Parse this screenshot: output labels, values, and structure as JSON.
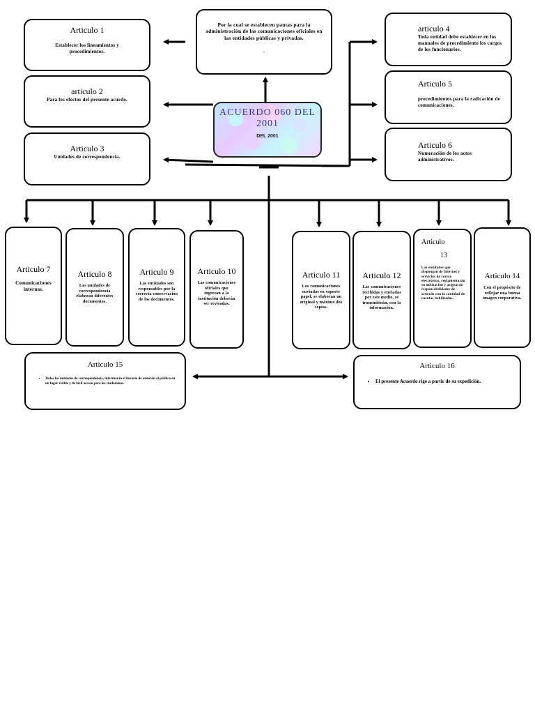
{
  "center": {
    "title": "ACUERDO  060  DEL  2001",
    "subtitle": "DEL 2001"
  },
  "top": {
    "text": "Por la cual se establecen pautas para la administración de las comunicaciones oficiales en las entidades públicas y privadas.",
    "dot": "."
  },
  "art1": {
    "title": "Articulo  1",
    "text": "Establecer los lineamientos y procedimientos."
  },
  "art2": {
    "title": "articulo   2",
    "text": "Para los efectos del presente acurdo."
  },
  "art3": {
    "title": "Articulo  3",
    "text": "Unidades de correspondencia."
  },
  "art4": {
    "title": "articulo  4",
    "text": "Toda entidad debe establecer en los manuales de procedimiento los cargos de los funcionarios."
  },
  "art5": {
    "title": "Articulo   5",
    "text": "procedimientos para la radicación de comunicaciones."
  },
  "art6": {
    "title": "Articulo 6",
    "text": "Numeración  de los actos administrativos."
  },
  "art7": {
    "title": "Articulo 7",
    "text": "Comunicaciones internas."
  },
  "art8": {
    "title": "Articulo 8",
    "text": "Las unidades de correspondencia elaboran diferentes documentos."
  },
  "art9": {
    "title": "Articulo 9",
    "text": "Las entidades son responsables por la correcta conservación de los documentos."
  },
  "art10": {
    "title": "Articulo 10",
    "text": "Las comunicaciones oficiales que ingresan a la institución deberán ser revisadas."
  },
  "art11": {
    "title": "Articulo 11",
    "text": "Las comunicaciones enviadas en soporte papel, se elaboran un original y máximo dos copias."
  },
  "art12": {
    "title": "Articulo 12",
    "text": "Las comunicaciones recibidas y enviadas por este medio, se transmitirán, con la información."
  },
  "art13": {
    "title": "Articulo",
    "number": "13",
    "text": "Las entidades que dispongan de Internet y servicios de correo electrónico, reglamentarán su utilización y asignarán responsabilidades de acuerdo con la cantidad de cuentas habilitadas."
  },
  "art14": {
    "title": "Articulo 14",
    "text": "Con el propósito de reflejar una buena imagen corporativa."
  },
  "art15": {
    "title": "Articulo 15",
    "bullet": "Todas las unidades de correspondencia, informarán el horario de atención al público en un lugar visible y de fácil acceso para los ciudadanos."
  },
  "art16": {
    "title": "Articulo 16",
    "bullet": "El presente Acuerdo rige a partir de su expedición."
  }
}
